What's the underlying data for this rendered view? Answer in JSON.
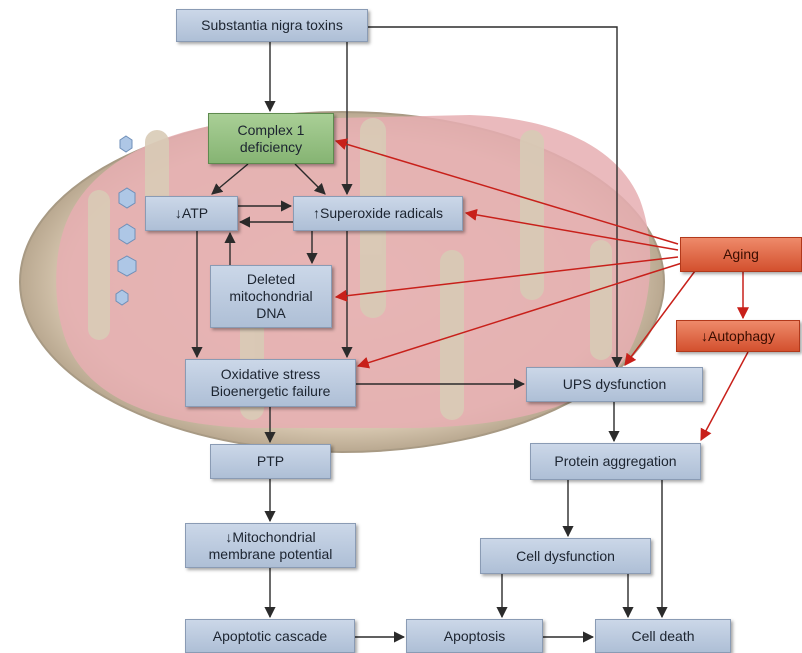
{
  "diagram": {
    "nodes": {
      "toxins": "Substantia nigra toxins",
      "complex1": "Complex 1\ndeficiency",
      "atp": "↓ATP",
      "superoxide": "↑Superoxide radicals",
      "deleted_dna": "Deleted\nmitochondrial\nDNA",
      "oxidative": "Oxidative stress\nBioenergetic failure",
      "ptp": "PTP",
      "membrane": "↓Mitochondrial\nmembrane potential",
      "apoptotic_cascade": "Apoptotic cascade",
      "apoptosis": "Apoptosis",
      "cell_death": "Cell death",
      "aging": "Aging",
      "autophagy": "↓Autophagy",
      "ups": "UPS dysfunction",
      "protein_agg": "Protein aggregation",
      "cell_dysfunction": "Cell dysfunction"
    },
    "colors": {
      "box_fill": "#b9c8dd",
      "box_border": "#8a9bb4",
      "complex1_fill": "#97c184",
      "aging_fill": "#e2603f",
      "mitochondrion_outer": "#d9c9b2",
      "mitochondrion_inner": "#e6aeb2",
      "arrow_black": "#2b2b2b",
      "arrow_red": "#c8201a",
      "granule": "#aec7e6"
    }
  }
}
